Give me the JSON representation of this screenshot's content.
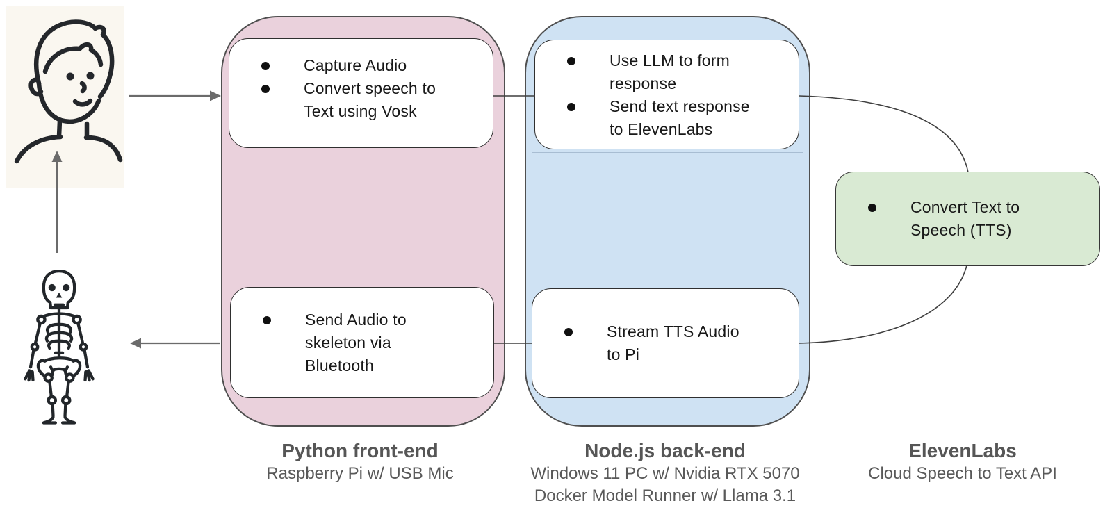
{
  "colors": {
    "python_fill": "#ead1dc",
    "node_fill": "#cfe2f3",
    "elevenlabs_fill": "#d9ead3",
    "container_border": "#4f4f4f",
    "box_border": "#2f2f2f",
    "connector": "#3f3f3f",
    "arrow": "#6b6b6b",
    "caption_text": "#595959",
    "selection_outline": "#a8bdd2",
    "person_background": "#faf7f0"
  },
  "icons": {
    "person": "boy-icon",
    "skeleton": "skeleton-icon"
  },
  "python": {
    "title": "Python front-end",
    "subtitle": [
      "Raspberry Pi w/ USB Mic"
    ],
    "top_box": {
      "items": [
        "Capture Audio",
        "Convert speech to\nText using Vosk"
      ]
    },
    "bottom_box": {
      "items": [
        "Send Audio to\nskeleton via\nBluetooth"
      ]
    }
  },
  "node": {
    "title": "Node.js back-end",
    "subtitle": [
      "Windows 11 PC w/ Nvidia RTX 5070",
      "Docker Model Runner w/ Llama 3.1"
    ],
    "top_box": {
      "items": [
        "Use LLM to form\nresponse",
        "Send text response\nto ElevenLabs"
      ]
    },
    "bottom_box": {
      "items": [
        "Stream TTS Audio\nto Pi"
      ]
    }
  },
  "elevenlabs": {
    "title": "ElevenLabs",
    "subtitle": [
      "Cloud Speech to Text API"
    ],
    "box": {
      "items": [
        "Convert Text to\nSpeech (TTS)"
      ]
    }
  }
}
